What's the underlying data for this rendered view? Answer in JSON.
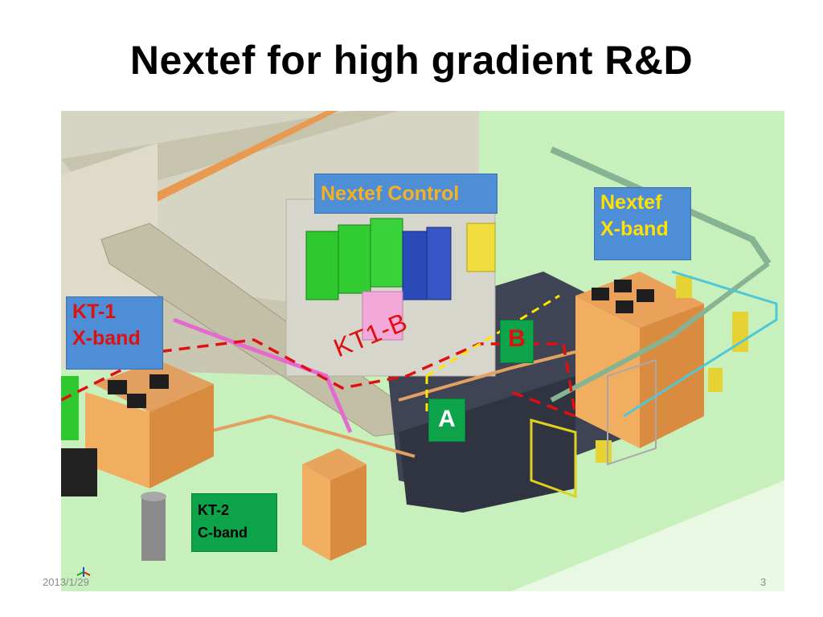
{
  "slide": {
    "title": "Nextef for high gradient R&D",
    "date": "2013/1/29",
    "page_number": "3"
  },
  "labels": {
    "nextef_control": "Nextef Control",
    "nextef_xband": "Nextef\nX-band",
    "kt1_xband": "KT-1\nX-band",
    "kt2_cband": "KT-2\nC-band",
    "kt1b": "KT1-B",
    "point_a": "A",
    "point_b": "B"
  },
  "colors": {
    "floor": "#c8f0bc",
    "hall_wall": "#d4d2c0",
    "orange_block": "#f2ae60",
    "dark_floor": "#3c4250",
    "path_red": "#e01010",
    "path_yellow": "#ffe600"
  }
}
